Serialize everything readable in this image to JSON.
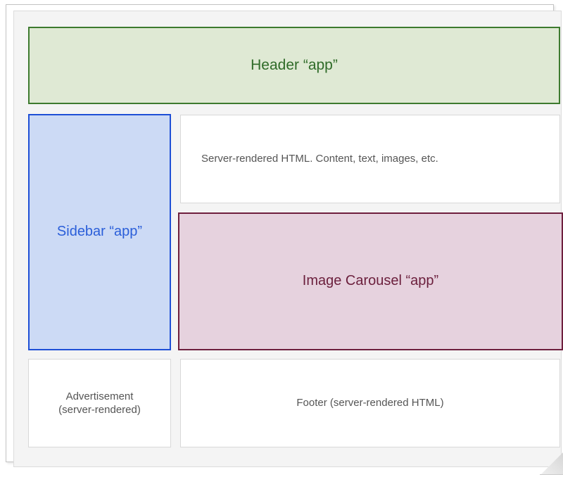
{
  "diagram": {
    "title": "Web page composition diagram",
    "blocks": {
      "header": {
        "label": "Header “app”",
        "fill": "#dfe9d4",
        "border": "#3d7a2e",
        "text_color": "#2f6b28"
      },
      "sidebar": {
        "label": "Sidebar “app”",
        "fill": "#ccdaf5",
        "border": "#1e4fd6",
        "text_color": "#2a5ed9"
      },
      "content": {
        "label": "Server-rendered HTML. Content, text, images, etc.",
        "fill": "#ffffff",
        "border": "#d8d8d8",
        "text_color": "#555555"
      },
      "carousel": {
        "label": "Image Carousel “app”",
        "fill": "#e6d2de",
        "border": "#6e1f3e",
        "text_color": "#6b1f3c"
      },
      "advertisement": {
        "label_line1": "Advertisement",
        "label_line2": "(server-rendered)",
        "fill": "#ffffff",
        "border": "#d8d8d8",
        "text_color": "#555555"
      },
      "footer": {
        "label": "Footer (server-rendered HTML)",
        "fill": "#ffffff",
        "border": "#d8d8d8",
        "text_color": "#555555"
      }
    },
    "page": {
      "background": "#f4f4f4",
      "frame_border": "#c3c3c3",
      "fold_corner": "page-fold"
    }
  }
}
